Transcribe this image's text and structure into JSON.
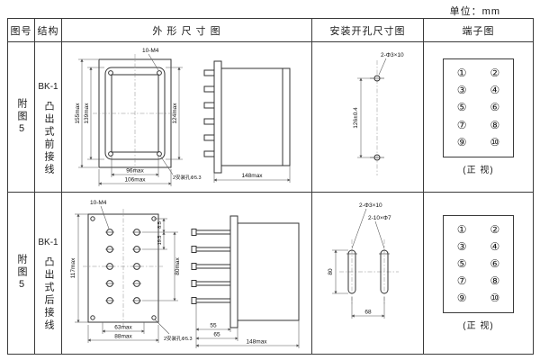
{
  "unit_label": "单位：mm",
  "headers": {
    "fig_no": "图号",
    "structure": "结构",
    "outline": "外 形 尺 寸 图",
    "mounting": "安装开孔尺寸图",
    "terminal": "端子图"
  },
  "rows": [
    {
      "fig_no": "附图5",
      "model": "BK-1",
      "structure": "凸出式前接线",
      "outline": {
        "screw_label": "10-M4",
        "h_inner": "139max",
        "h_outer": "155max",
        "h_side": "124max",
        "w_inner": "96max",
        "w_outer": "106max",
        "hole_note": "2安装孔Φ5.3",
        "depth": "148max"
      },
      "mounting": {
        "hole_label": "2-Φ3×10",
        "spacing": "126±0.4"
      },
      "terminal": {
        "cells": [
          "①",
          "②",
          "③",
          "④",
          "⑤",
          "⑥",
          "⑦",
          "⑧",
          "⑨",
          "⑩"
        ],
        "caption": "(正 视)"
      }
    },
    {
      "fig_no": "附图5",
      "model": "BK-1",
      "structure": "凸出式后接线",
      "outline": {
        "screw_label": "10-M4",
        "h_outer": "117max",
        "off_top": "8.5",
        "pitch": "19.5",
        "col_h": "80max",
        "w_inner": "63max",
        "w_outer": "88max",
        "hole_note": "2安装孔Φ5.3",
        "d1": "55",
        "d2": "65",
        "depth": "148max"
      },
      "mounting": {
        "hole_label": "2-Φ3×10",
        "slot_label": "2-10×Φ7",
        "slot_h": "80",
        "spacing": "68"
      },
      "terminal": {
        "cells": [
          "①",
          "②",
          "③",
          "④",
          "⑤",
          "⑥",
          "⑦",
          "⑧",
          "⑨",
          "⑩"
        ],
        "caption": "(正 视)"
      }
    }
  ]
}
